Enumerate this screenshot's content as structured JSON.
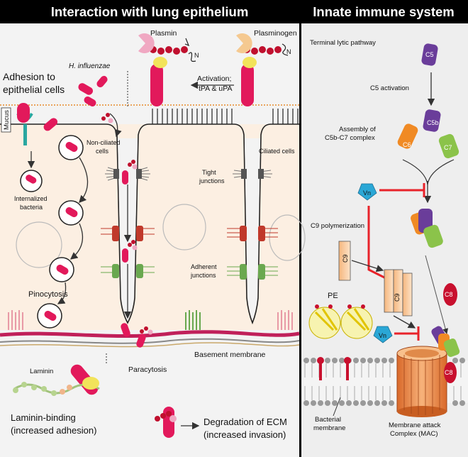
{
  "headers": {
    "left": "Interaction with lung epithelium",
    "right": "Innate immune system"
  },
  "left_panel": {
    "plasmin": "Plasmin",
    "plasminogen": "Plasminogen",
    "n_terminal_1": "N",
    "n_terminal_2": "N",
    "h_influenzae": "H. influenzae",
    "activation_line1": "Activation;",
    "activation_line2": "tPA & uPA",
    "adhesion_line1": "Adhesion to",
    "adhesion_line2": "epithelial cells",
    "mucus": "Mucus",
    "non_ciliated_line1": "Non-ciliated",
    "non_ciliated_line2": "cells",
    "ciliated": "Ciliated cells",
    "internalized_line1": "Internalized",
    "internalized_line2": "bacteria",
    "tight_line1": "Tight",
    "tight_line2": "junctions",
    "adherent_line1": "Adherent",
    "adherent_line2": "junctions",
    "pinocytosis": "Pinocytosis",
    "basement_membrane": "Basement membrane",
    "paracytosis": "Paracytosis",
    "laminin": "Laminin",
    "laminin_binding_line1": "Laminin-binding",
    "laminin_binding_line2": "(increased adhesion)",
    "ecm_line1": "Degradation of ECM",
    "ecm_line2": "(increased invasion)"
  },
  "right_panel": {
    "terminal_lytic": "Terminal lytic pathway",
    "c5": "C5",
    "c5_activation": "C5 activation",
    "c5b": "C5b",
    "assembly_line1": "Assembly of",
    "assembly_line2": "C5b-C7 complex",
    "c6": "C6",
    "c7": "C7",
    "vn_1": "Vn",
    "vn_2": "Vn",
    "c9_polymerization": "C9 polymerization",
    "c9_1": "C9",
    "c9_2": "C9",
    "c8_1": "C8",
    "c8_2": "C8",
    "pe": "PE",
    "bacterial_line1": "Bacterial",
    "bacterial_line2": "membrane",
    "mac_line1": "Membrane attack",
    "mac_line2": "Complex (MAC)"
  },
  "colors": {
    "header_bg": "#000000",
    "left_bg": "#f3f3f3",
    "cell_fill": "#fcefe2",
    "right_bg": "#eeeeee",
    "bacterium": "#e2195b",
    "inhibitor_red": "#e8232a",
    "vn_blue": "#2aa7d6",
    "mucus_line": "#e88a2a",
    "c5_purple": "#6a3d9a",
    "c6_orange": "#f08a24",
    "c7_green": "#8bc34a",
    "c8_red": "#c8102e"
  }
}
